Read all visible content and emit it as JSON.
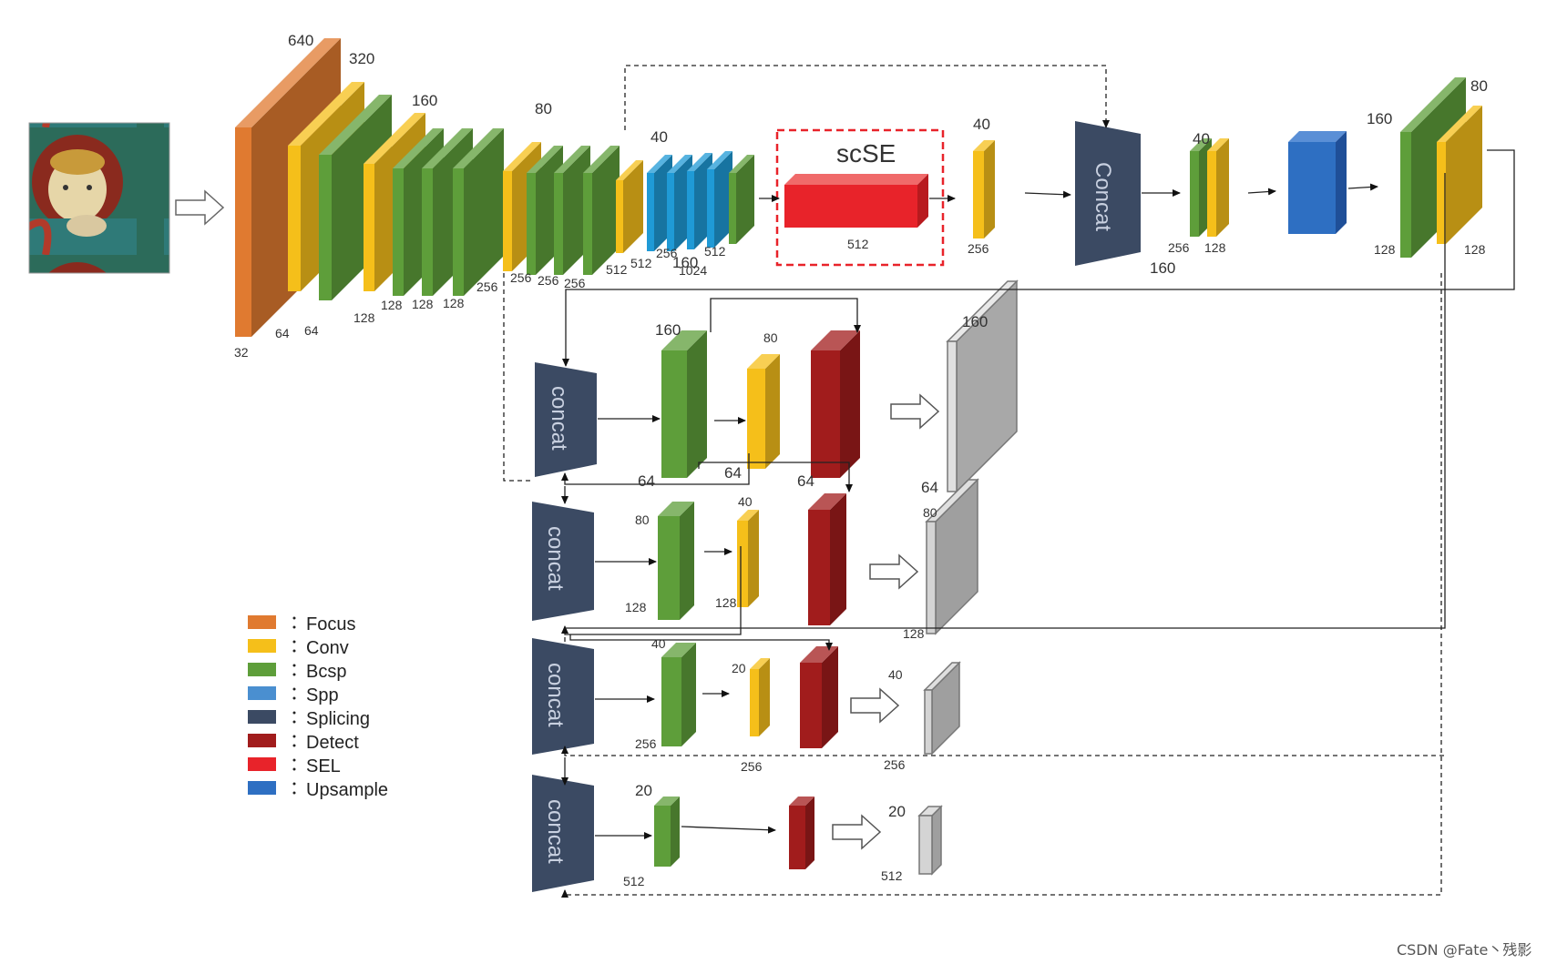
{
  "colors": {
    "focus": "#e07a30",
    "conv": "#f5bf1a",
    "bcsp": "#5e9e3a",
    "spp": "#1f9ad6",
    "splicing": "#3b4a63",
    "detect": "#a11c1c",
    "sel": "#e8232a",
    "upsample": "#2e6fc2",
    "output": "#d4d4d4"
  },
  "scse": {
    "title": "scSE",
    "channels": "512"
  },
  "concat_main": "Concat",
  "concat_labels": [
    "concat",
    "concat",
    "concat",
    "concat"
  ],
  "backbone_labels": {
    "s640": "640",
    "s320": "320",
    "s160": "160",
    "s80": "80",
    "s40": "40",
    "c32": "32",
    "c64a": "64",
    "c64b": "64",
    "c128a": "128",
    "c128b": "128",
    "c128c": "128",
    "c128d": "128",
    "c256a": "256",
    "c256b": "256",
    "c256c": "256",
    "c256d": "256",
    "c512a": "512",
    "c512b": "512",
    "c256e": "256",
    "c160": "160",
    "c1024": "1024",
    "c512c": "512"
  },
  "neck_labels": {
    "s40_after": "40",
    "c256_after": "256",
    "s40_pair": "40",
    "c256_pair": "256",
    "c128_pair": "128",
    "s160_concat": "160",
    "s160_head": "160",
    "s80_head": "80",
    "c128_head_a": "128",
    "c128_head_b": "128"
  },
  "head_rows": [
    {
      "s_green": "160",
      "s_yellow": "80",
      "c_green": "64",
      "c_yellow": "64",
      "c_red": "64",
      "s_out": "160",
      "c_out": "64"
    },
    {
      "s_green": "80",
      "s_yellow": "40",
      "c_green": "128",
      "c_yellow": "128",
      "s_out": "80",
      "c_out": "128"
    },
    {
      "s_green": "40",
      "s_yellow": "20",
      "c_green": "256",
      "c_yellow": "256",
      "s_out": "40",
      "c_out": "256"
    },
    {
      "s_green": "20",
      "c_green": "512",
      "s_out": "20",
      "c_out": "512"
    }
  ],
  "legend": [
    {
      "name": "Focus",
      "color": "#e07a30"
    },
    {
      "name": "Conv",
      "color": "#f5bf1a"
    },
    {
      "name": "Bcsp",
      "color": "#5e9e3a"
    },
    {
      "name": "Spp",
      "color": "#4a8fd0"
    },
    {
      "name": "Splicing",
      "color": "#3b4a63"
    },
    {
      "name": "Detect",
      "color": "#a11c1c"
    },
    {
      "name": "SEL",
      "color": "#e8232a"
    },
    {
      "name": "Upsample",
      "color": "#2e6fc2"
    }
  ],
  "legend_sep": "：",
  "watermark": "CSDN @Fate丶残影"
}
